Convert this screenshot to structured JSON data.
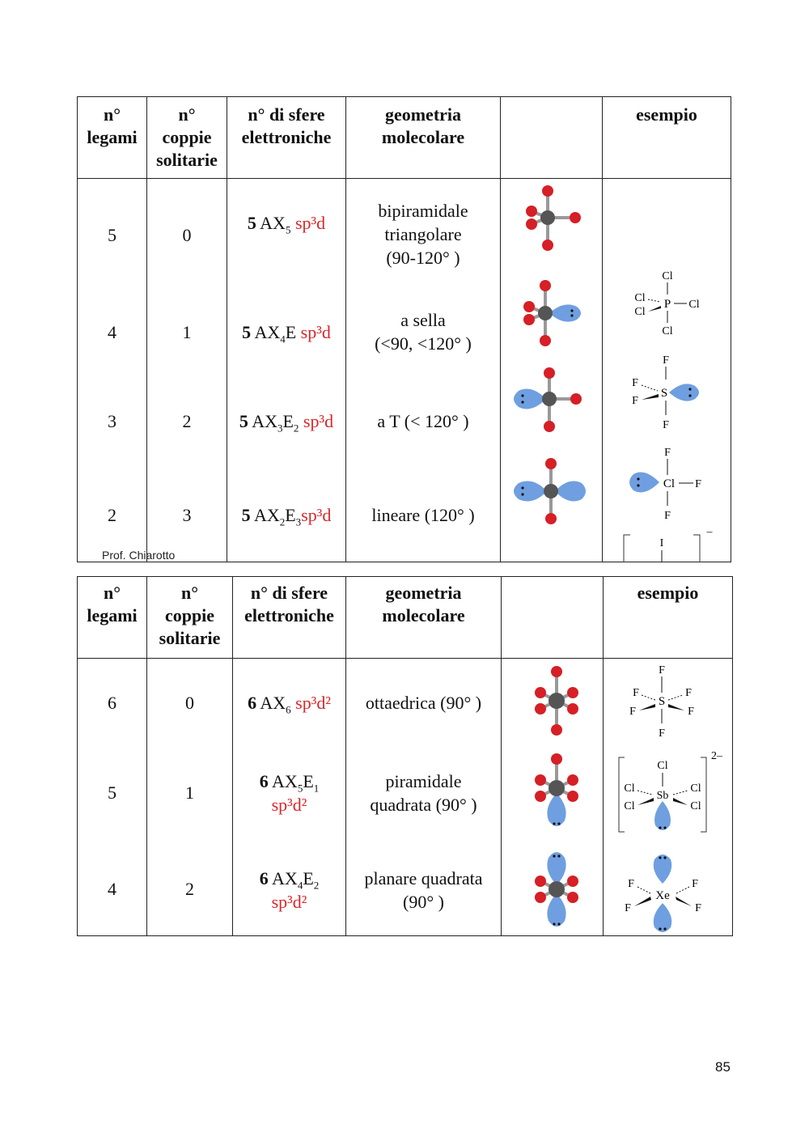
{
  "headers": {
    "n_bonds": [
      "n°",
      "legami"
    ],
    "n_lone_pairs": [
      "n°",
      "coppie",
      "solitarie"
    ],
    "n_spheres": [
      "n°  di sfere",
      "elettroniche"
    ],
    "geometry": [
      "geometria",
      "molecolare"
    ],
    "model": "",
    "example": "esempio"
  },
  "table1": {
    "rows": [
      {
        "bonds": "5",
        "lone": "0",
        "num": "5",
        "ax": "AX",
        "ax_sub": "5",
        "e": "",
        "e_sub": "",
        "hyb": "sp³d",
        "geom": [
          "bipiramidale",
          "triangolare",
          "(90-120°  )"
        ],
        "model_icon": "trigonal-bipyramidal-model-icon",
        "example_icon": "pcl5-structure-icon"
      },
      {
        "bonds": "4",
        "lone": "1",
        "num": "5",
        "ax": "AX",
        "ax_sub": "4",
        "e": "E",
        "e_sub": "",
        "hyb": "sp³d",
        "geom": [
          "a sella",
          "(<90, <120°  )"
        ],
        "model_icon": "seesaw-model-icon",
        "example_icon": "sf4-structure-icon"
      },
      {
        "bonds": "3",
        "lone": "2",
        "num": "5",
        "ax": "AX",
        "ax_sub": "3",
        "e": "E",
        "e_sub": "2",
        "hyb": "sp³d",
        "geom": [
          "a T (< 120°  )"
        ],
        "model_icon": "t-shaped-model-icon",
        "example_icon": "clf3-structure-icon"
      },
      {
        "bonds": "2",
        "lone": "3",
        "num": "5",
        "ax": "AX",
        "ax_sub": "2",
        "e": "E",
        "e_sub": "3",
        "hyb": "sp³d",
        "geom": [
          "lineare (120°  )"
        ],
        "model_icon": "linear-model-icon",
        "example_icon": "i3-structure-icon"
      }
    ]
  },
  "table2": {
    "rows": [
      {
        "bonds": "6",
        "lone": "0",
        "num": "6",
        "ax": "AX",
        "ax_sub": "6",
        "e": "",
        "e_sub": "",
        "hyb": "sp³d²",
        "geom": [
          "ottaedrica (90°  )"
        ],
        "model_icon": "octahedral-model-icon",
        "example_icon": "sf6-structure-icon"
      },
      {
        "bonds": "5",
        "lone": "1",
        "num": "6",
        "ax": "AX",
        "ax_sub": "5",
        "e": "E",
        "e_sub": "1",
        "hyb": "sp³d²",
        "geom": [
          "piramidale",
          "quadrata (90°  )"
        ],
        "model_icon": "square-pyramidal-model-icon",
        "example_icon": "sbcl5-structure-icon"
      },
      {
        "bonds": "4",
        "lone": "2",
        "num": "6",
        "ax": "AX",
        "ax_sub": "4",
        "e": "E",
        "e_sub": "2",
        "hyb": "sp³d²",
        "geom": [
          "planare quadrata",
          "(90°  )"
        ],
        "model_icon": "square-planar-model-icon",
        "example_icon": "xef4-structure-icon"
      }
    ]
  },
  "structures": {
    "pcl5": {
      "center": "P",
      "ligands": [
        "Cl",
        "Cl",
        "Cl",
        "Cl",
        "Cl"
      ]
    },
    "sf4": {
      "center": "S",
      "ligands": [
        "F",
        "F",
        "F",
        "F"
      ]
    },
    "clf3": {
      "center": "Cl",
      "ligands": [
        "F",
        "F",
        "F"
      ]
    },
    "i3": {
      "center": "I",
      "ligands": [
        "I",
        "I"
      ],
      "charge": "–"
    },
    "sf6": {
      "center": "S",
      "ligands": [
        "F",
        "F",
        "F",
        "F",
        "F",
        "F"
      ]
    },
    "sbcl5": {
      "center": "Sb",
      "ligands": [
        "Cl",
        "Cl",
        "Cl",
        "Cl",
        "Cl"
      ],
      "charge": "2–"
    },
    "xef4": {
      "center": "Xe",
      "ligands": [
        "F",
        "F",
        "F",
        "F"
      ]
    }
  },
  "colors": {
    "hybrid_text": "#d9262a",
    "atom_red": "#d61f26",
    "center_gray": "#555555",
    "lobe_blue": "#6f9fe0"
  },
  "credit": "Prof. Chiarotto",
  "page_number": "85"
}
